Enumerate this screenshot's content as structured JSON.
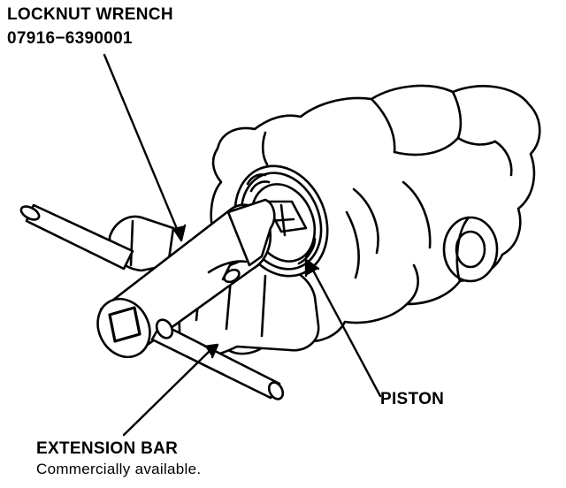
{
  "labels": {
    "tool_name": "LOCKNUT WRENCH",
    "tool_number": "07916−6390001",
    "piston": "PISTON",
    "extension_bar": "EXTENSION BAR",
    "extension_note": "Commercially available."
  },
  "colors": {
    "ink": "#000000",
    "paper": "#ffffff"
  }
}
